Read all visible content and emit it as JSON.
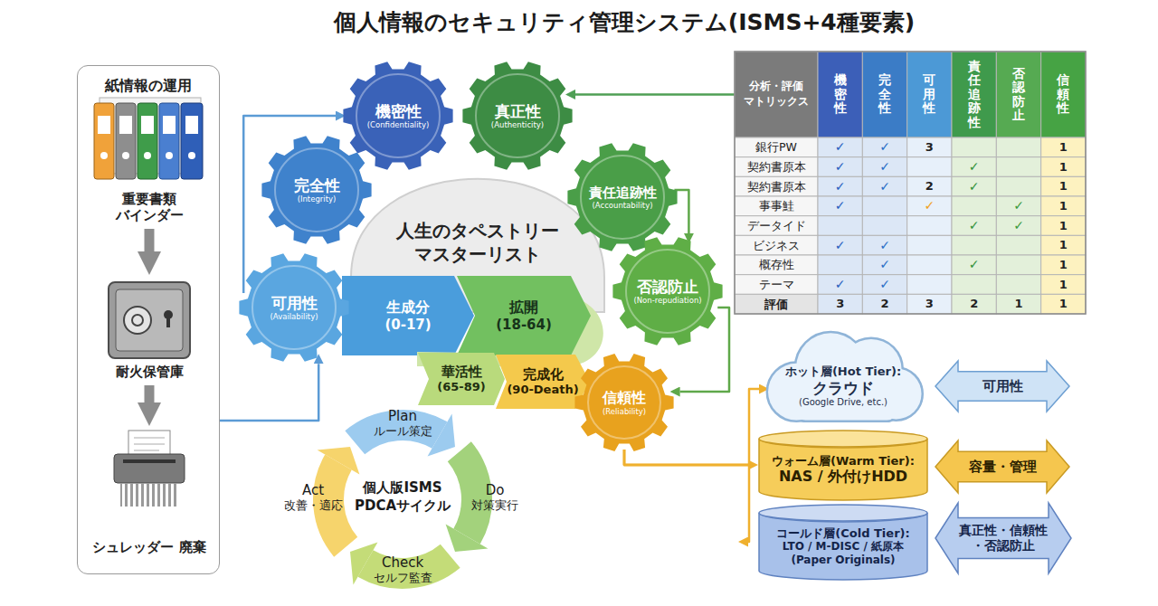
{
  "diagram": {
    "title": "個人情報のセキュリティ管理システム(ISMS+4種要素)",
    "nodes": [
      {
        "text": [
          "紙情報の運用"
        ]
      },
      {
        "text": [
          "重要書類 バインダー"
        ],
        "in": 0
      },
      {
        "text": [
          "耐火保管庫"
        ],
        "in": 0
      },
      {
        "text": [
          "シュレッダー 廃棄"
        ],
        "in": 0
      },
      {
        "text": [
          "機密性",
          "(Confidentiality)"
        ]
      },
      {
        "text": [
          "真正性",
          "(Authenticity)"
        ]
      },
      {
        "text": [
          "完全性",
          "(Integrity)"
        ]
      },
      {
        "text": [
          "責任追跡性",
          "(Accountability)"
        ]
      },
      {
        "text": [
          "人生のタペストリー マスターリスト"
        ]
      },
      {
        "text": [
          "可用性",
          "(Availability)"
        ]
      },
      {
        "text": [
          "生成分",
          "(0-17)"
        ]
      },
      {
        "text": [
          "拡開",
          "(18-64)"
        ]
      },
      {
        "text": [
          "否認防止",
          "(Non-repudiation)"
        ]
      },
      {
        "text": [
          "華活性",
          "(65-89)"
        ]
      },
      {
        "text": [
          "完成化",
          "(90-Death)"
        ]
      },
      {
        "text": [
          "信頼性",
          "(Reliability)"
        ]
      },
      {
        "text": [
          "分析・評価 マトリックス"
        ]
      },
      {
        "text": [
          "個人版ISMS PDCAサイクル"
        ]
      },
      {
        "text": [
          "Plan",
          "ルール策定"
        ]
      },
      {
        "text": [
          "Do",
          "対策実行"
        ]
      },
      {
        "text": [
          "Check",
          "セルフ監査"
        ]
      },
      {
        "text": [
          "Act",
          "改善・適応"
        ]
      },
      {
        "text": [
          "ホット層(Hot Tier):",
          "クラウド",
          "(Google Drive, etc.)"
        ]
      },
      {
        "text": [
          "可用性"
        ]
      },
      {
        "text": [
          "ウォーム層(Warm Tier):",
          "NAS / 外付けHDD"
        ]
      },
      {
        "text": [
          "容量・管理"
        ]
      },
      {
        "text": [
          "コールド層(Cold Tier):",
          "LTO / M-DISC / 紙原本(Paper Originals)"
        ]
      },
      {
        "text": [
          "真正性・信頼性・否認防止"
        ]
      }
    ],
    "edges": [
      {
        "from": 1,
        "to": 2,
        "arrow": "to"
      },
      {
        "from": 2,
        "to": 3,
        "arrow": "to"
      },
      {
        "from": 0,
        "to": 9,
        "arrow": "to"
      },
      {
        "from": 9,
        "to": 4,
        "arrow": "to"
      },
      {
        "from": 16,
        "to": 5,
        "arrow": "to"
      },
      {
        "from": 7,
        "to": 12,
        "arrow": "to"
      },
      {
        "from": 12,
        "to": 15,
        "arrow": "to"
      },
      {
        "from": 15,
        "to": 22,
        "arrow": "to"
      },
      {
        "from": 15,
        "to": 24,
        "arrow": "to"
      },
      {
        "from": 15,
        "to": 26,
        "arrow": "to"
      }
    ],
    "labels": [
      "機密性",
      "完全性",
      "可用性",
      "責任追跡性",
      "否認防止",
      "信頼性",
      "銀行PW",
      "✓",
      "✓",
      "3",
      "1",
      "契約書原本",
      "✓",
      "✓",
      "✓",
      "1",
      "契約書原本",
      "✓",
      "✓",
      "2",
      "✓",
      "1",
      "事事鮭",
      "✓",
      "✓",
      "✓",
      "1",
      "データイド",
      "✓",
      "✓",
      "1",
      "ビジネス",
      "✓",
      "✓",
      "1",
      "概存性",
      "✓",
      "✓",
      "1",
      "テーマ",
      "✓",
      "✓",
      "1",
      "評価",
      "3",
      "2",
      "3",
      "2",
      "1",
      "1"
    ]
  }
}
